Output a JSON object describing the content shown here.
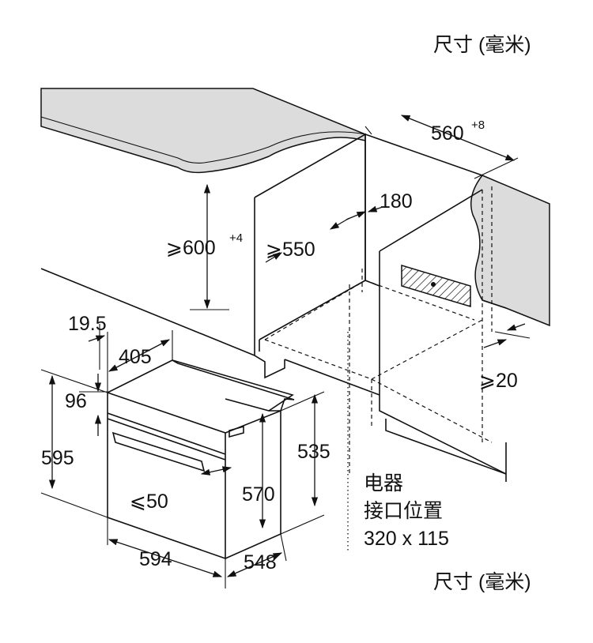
{
  "unit_label": "尺寸 (毫米)",
  "niche": {
    "height_min": "⩾600",
    "height_tol": "+4",
    "depth_min": "⩾550",
    "width": "560",
    "width_tol": "+8",
    "cutout": "180",
    "gap_min": "⩾20"
  },
  "oven": {
    "front_panel": "19.5",
    "top_depth": "405",
    "top_front": "96",
    "total_height": "595",
    "body_height": "535",
    "inner_height": "570",
    "handle_depth": "⩽50",
    "width": "594",
    "depth": "548"
  },
  "connection": {
    "line1": "电器",
    "line2": "接口位置",
    "size": "320 x 115"
  },
  "colors": {
    "countertop": "#dcdcdc",
    "line": "#111111",
    "background": "#ffffff"
  }
}
